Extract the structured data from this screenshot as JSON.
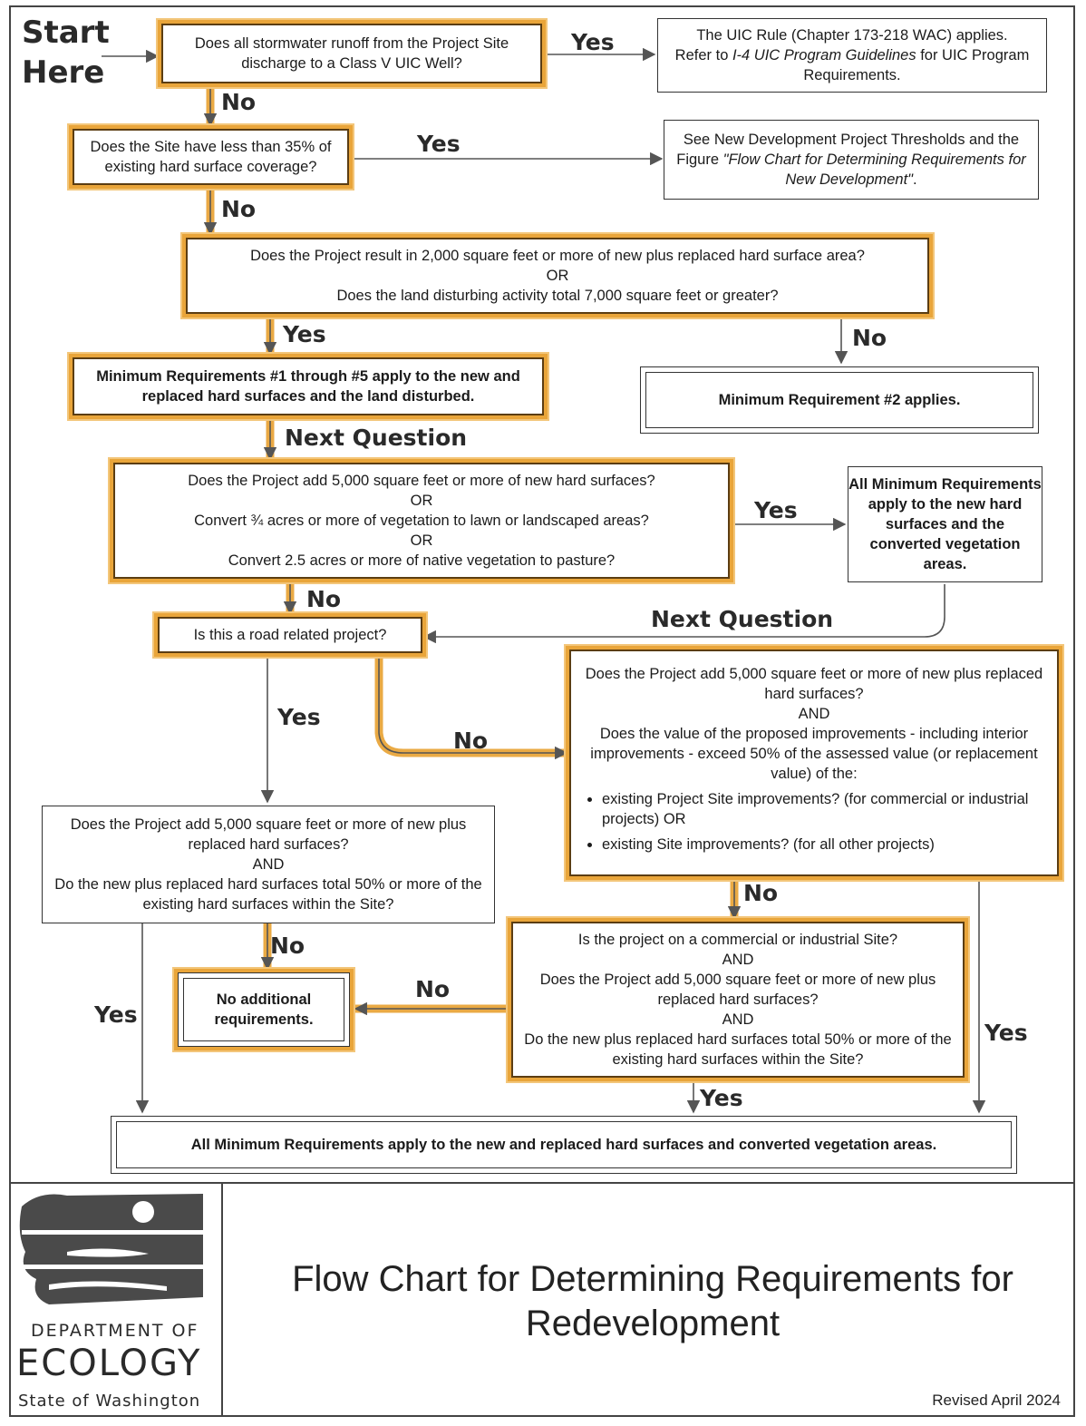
{
  "start_label": [
    "Start",
    "Here"
  ],
  "boxes": {
    "q_uic": "Does all stormwater runoff from the Project Site discharge to a Class V UIC Well?",
    "r_uic": [
      "The UIC Rule (Chapter 173-218 WAC) applies.",
      "Refer to ",
      "I-4 UIC Program Guidelines",
      " for UIC Program Requirements."
    ],
    "q_35": "Does the Site have less than 35% of existing hard surface coverage?",
    "r_newdev": [
      "See New Development Project Thresholds and the Figure ",
      "\"Flow Chart for Determining Requirements for New Development\"",
      "."
    ],
    "q_2000": [
      "Does the Project result in 2,000 square feet or more of new plus replaced hard surface area?",
      "OR",
      "Does the land disturbing activity total 7,000 square feet or greater?"
    ],
    "r_min1to5": "Minimum Requirements #1 through #5 apply to the new and replaced hard surfaces and the land disturbed.",
    "r_min2": "Minimum Requirement #2 applies.",
    "q_5000": [
      "Does the Project add 5,000 square feet or more of new hard surfaces?",
      "OR",
      "Convert ¾ acres or more of vegetation to lawn or landscaped areas?",
      "OR",
      "Convert 2.5 acres or more of native vegetation to pasture?"
    ],
    "r_allmin_veg": "All Minimum Requirements apply to the new hard surfaces and the converted vegetation areas.",
    "q_road": "Is this a road related project?",
    "q_value": [
      "Does the Project add 5,000 square feet or more of new plus replaced hard surfaces?",
      "AND",
      "Does the value of the proposed improvements - including interior improvements - exceed 50% of the assessed value (or replacement value) of the:"
    ],
    "q_value_bullets": [
      "existing Project Site improvements? (for commercial or industrial projects) OR",
      "existing Site improvements? (for all other projects)"
    ],
    "q_road_yes": [
      "Does the Project add 5,000 square feet or more of new plus replaced hard surfaces?",
      "AND",
      "Do the new plus replaced hard surfaces total 50% or more of the existing hard surfaces within the Site?"
    ],
    "r_noadd": "No additional requirements.",
    "q_commercial": [
      "Is the project on a commercial or industrial Site?",
      "AND",
      "Does the Project add 5,000 square feet or more of new plus replaced hard surfaces?",
      "AND",
      "Do the new plus replaced hard surfaces total 50% or more of the existing hard surfaces within the Site?"
    ],
    "r_final": "All Minimum Requirements apply to the new and replaced hard surfaces and converted vegetation areas."
  },
  "labels": {
    "yes": "Yes",
    "no": "No",
    "next_question": "Next Question"
  },
  "footer": {
    "dept_of": "DEPARTMENT OF",
    "ecology": "ECOLOGY",
    "state": "State of Washington",
    "title": "Flow Chart for Determining Requirements for Redevelopment",
    "revised": "Revised April 2024"
  },
  "colors": {
    "highlight": "#e9a53a",
    "logo": "#4a4a4a"
  }
}
